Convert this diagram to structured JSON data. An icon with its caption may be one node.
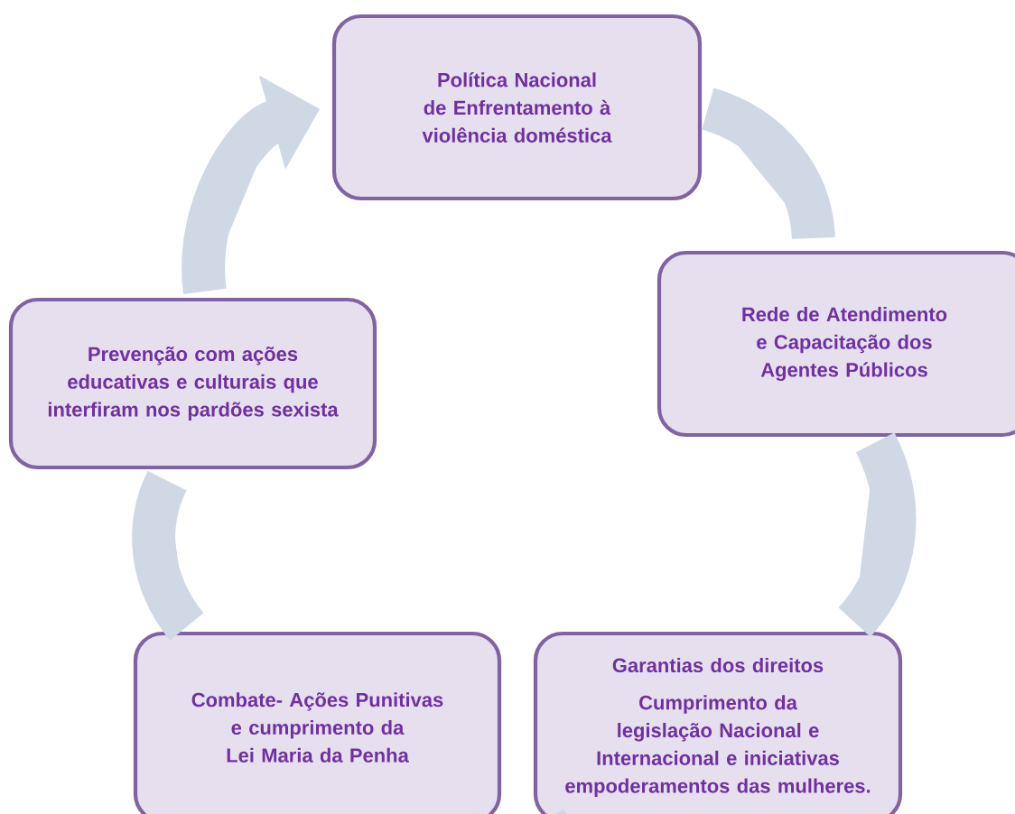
{
  "diagram": {
    "nodes": [
      {
        "text": [
          "Política Nacional de Enfrentamento à violência doméstica"
        ]
      },
      {
        "text": [
          "Rede de Atendimento e Capacitação dos Agentes Públicos"
        ]
      },
      {
        "text": [
          "Garantias dos direitos",
          "Cumprimento da legislação Nacional e Internacional e iniciativas empoderamentos das mulheres."
        ]
      },
      {
        "text": [
          "Combate- Ações Punitivas e cumprimento da Lei Maria da Penha"
        ]
      },
      {
        "text": [
          "Prevenção com ações educativas e culturais que interfiram nos pardões sexista"
        ]
      }
    ],
    "edges": [
      {
        "from": 0,
        "to": 1,
        "arrow": "none"
      },
      {
        "from": 1,
        "to": 2,
        "arrow": "none"
      },
      {
        "from": 2,
        "to": 3,
        "arrow": "none"
      },
      {
        "from": 3,
        "to": 4,
        "arrow": "none"
      },
      {
        "from": 4,
        "to": 0,
        "arrow": "to"
      }
    ]
  }
}
